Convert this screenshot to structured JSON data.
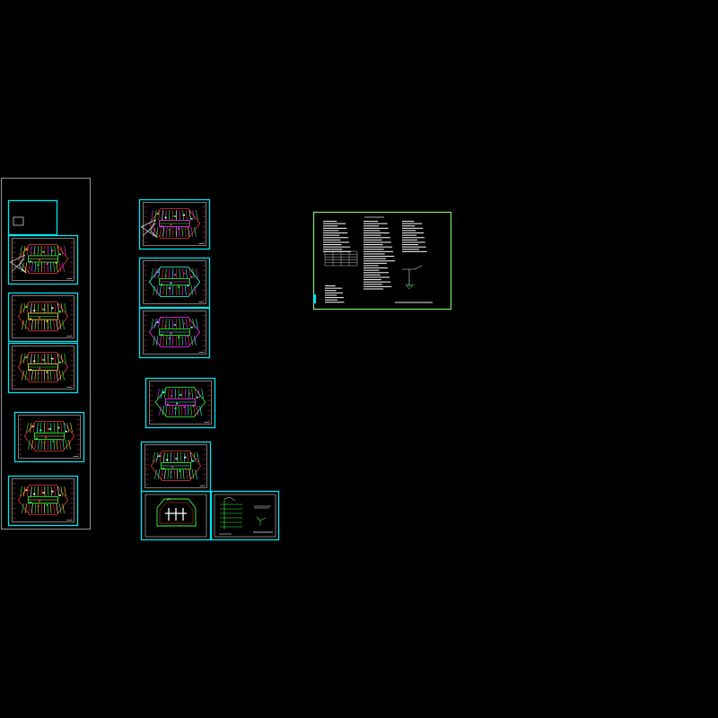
{
  "drawing": {
    "background": "#000000",
    "colors": {
      "sheet_frame": "#00e5ee",
      "overall_border": "#bcbcbc",
      "notes_border": "#f2e600",
      "plan_red": "#e03a3a",
      "plan_green": "#3aff3a",
      "plan_yellow": "#ffe63a",
      "plan_magenta": "#ff3aff",
      "plan_cyan": "#3affff",
      "plan_white": "#e8e8e8"
    },
    "title_block_label": "",
    "sheets": {
      "left_column": [
        {
          "name": "cover-sheet",
          "content": "blank"
        },
        {
          "name": "floor-plan-1",
          "content": "plan",
          "palette": [
            "#3aff3a",
            "#ffe63a",
            "#e03a3a",
            "#ff3aff",
            "#3affff"
          ],
          "has_north_arrow": true
        },
        {
          "name": "floor-plan-2",
          "content": "plan",
          "palette": [
            "#ffe63a",
            "#3aff3a",
            "#e03a3a",
            "#ffffff"
          ]
        },
        {
          "name": "floor-plan-3",
          "content": "plan",
          "palette": [
            "#ffe63a",
            "#3aff3a",
            "#e03a3a",
            "#ffffff"
          ]
        },
        {
          "name": "floor-plan-4",
          "content": "plan",
          "palette": [
            "#3aff3a",
            "#ffe63a",
            "#e03a3a",
            "#3affff"
          ]
        },
        {
          "name": "floor-plan-5",
          "content": "plan",
          "palette": [
            "#3aff3a",
            "#ffe63a",
            "#e03a3a",
            "#ffffff"
          ]
        }
      ],
      "middle_column": [
        {
          "name": "floor-plan-a",
          "content": "plan",
          "palette": [
            "#ff3aff",
            "#3aff3a",
            "#e03a3a",
            "#ffffff"
          ],
          "has_north_arrow": true
        },
        {
          "name": "floor-plan-b",
          "content": "plan",
          "palette": [
            "#3aff3a",
            "#ff3aff",
            "#3affff",
            "#e03a3a"
          ]
        },
        {
          "name": "floor-plan-c",
          "content": "plan",
          "palette": [
            "#3aff3a",
            "#3affff",
            "#ff3aff",
            "#e03a3a"
          ]
        },
        {
          "name": "floor-plan-d",
          "content": "plan",
          "palette": [
            "#ff3aff",
            "#3affff",
            "#3aff3a",
            "#e03a3a"
          ]
        },
        {
          "name": "floor-plan-e",
          "content": "plan",
          "palette": [
            "#3aff3a",
            "#3affff",
            "#e03a3a",
            "#ffffff"
          ]
        },
        {
          "name": "roof-plan",
          "content": "roof",
          "palette": [
            "#3aff3a",
            "#ffffff",
            "#e03a3a"
          ]
        },
        {
          "name": "system-diagram",
          "content": "diagram",
          "palette": [
            "#3aff3a",
            "#ffffff"
          ]
        }
      ],
      "notes_sheet": {
        "name": "design-notes-sheet",
        "content": "notes"
      }
    }
  }
}
